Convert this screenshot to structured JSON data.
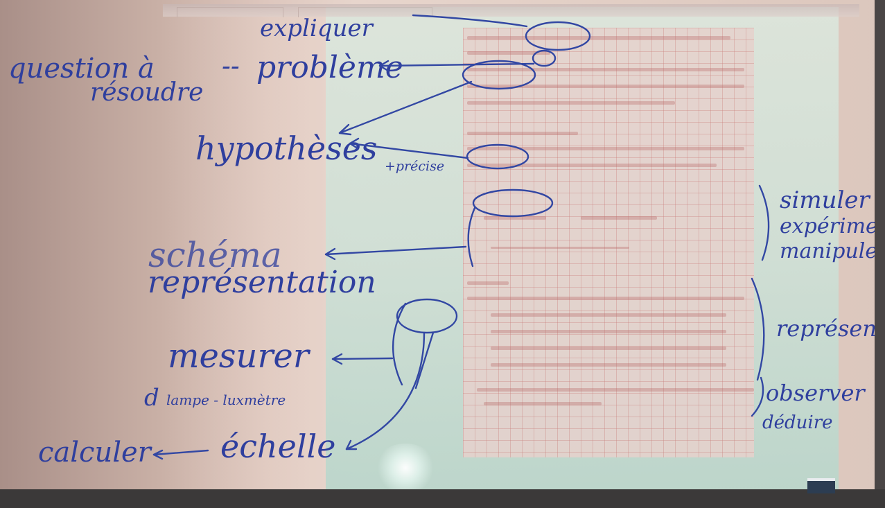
{
  "scene": {
    "description_colors": {
      "ink": "#2f3f9e",
      "board": "#dcc7bd",
      "projection": "#cfe0d6",
      "grid": "#c86e6e"
    }
  },
  "handwriting": {
    "expliquer": "expliquer",
    "question": "question à",
    "resoudre": "résoudre",
    "dashes": "--",
    "probleme": "problème",
    "hypotheses": "hypothèses",
    "precise": "+précise",
    "schema": "schéma",
    "representation": "représentation",
    "mesurer": "mesurer",
    "d": "d",
    "lampe_luxmetre": "lampe - luxmètre",
    "calculer": "calculer",
    "echelle": "échelle",
    "simuler": "simuler",
    "experimenter": "expérimenter",
    "manipuler": "manipuler",
    "representer": "représenter",
    "observer": "observer",
    "deduire": "déduire"
  }
}
